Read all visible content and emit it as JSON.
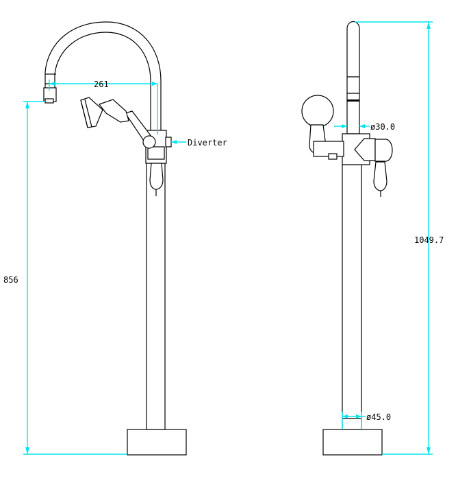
{
  "colors": {
    "outline": "#000000",
    "dimension": "#00e5ee",
    "background": "#ffffff"
  },
  "front_view": {
    "dim_height": "856",
    "dim_reach": "261",
    "diverter_label": "Diverter"
  },
  "side_view": {
    "dim_total_height": "1049.7",
    "dim_upper_diameter": "ø30.0",
    "dim_base_diameter": "ø45.0"
  }
}
